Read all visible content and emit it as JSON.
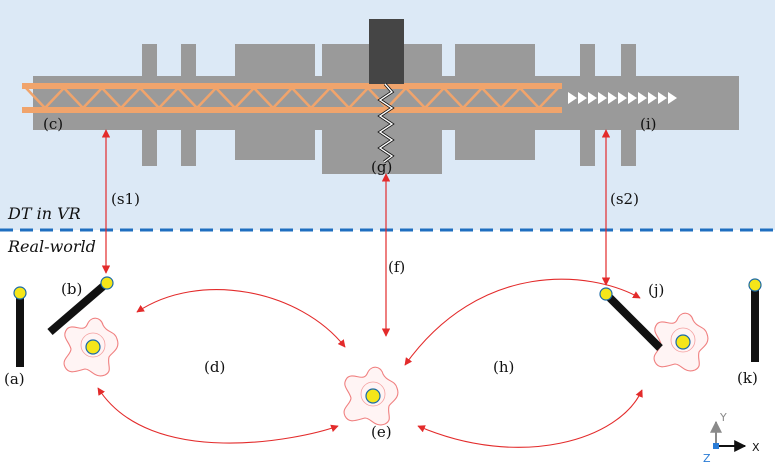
{
  "zones": {
    "top": "DT in VR",
    "bottom": "Real-world"
  },
  "labels": {
    "a": "(a)",
    "b": "(b)",
    "c": "(c)",
    "d": "(d)",
    "e": "(e)",
    "f": "(f)",
    "g": "(g)",
    "h": "(h)",
    "i": "(i)",
    "j": "(j)",
    "k": "(k)",
    "s1": "(s1)",
    "s2": "(s2)"
  },
  "axes": {
    "x": "X",
    "y": "Y",
    "z": "Z"
  },
  "colors": {
    "vr_background": "#dce9f6",
    "machine_gray": "#9a9a9a",
    "truss": "#f0a46c",
    "divider": "#1f6fc0",
    "arrow": "#e32b2b",
    "marker_fill": "#f5e619",
    "marker_stroke": "#1a6aa8",
    "robot_outline": "#f08080",
    "arm": "#111111",
    "spindle": "#454545",
    "axis_z": "#2a7cd6"
  }
}
